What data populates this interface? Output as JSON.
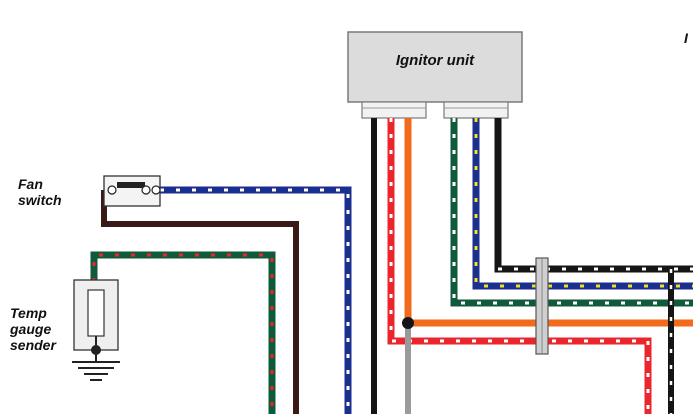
{
  "labels": {
    "ignitor_unit": "Ignitor unit",
    "fan_switch_line1": "Fan",
    "fan_switch_line2": "switch",
    "temp_sender_line1": "Temp",
    "temp_sender_line2": "gauge",
    "temp_sender_line3": "sender",
    "corner_fragment": "I"
  },
  "colors": {
    "blue": "#1b2f8f",
    "black": "#151515",
    "red": "#e8262b",
    "orange": "#f26a1b",
    "green": "#0f5a3a",
    "brown": "#3a1a16",
    "gray": "#9a9a9a",
    "unit_fill": "#dcdcdc"
  }
}
